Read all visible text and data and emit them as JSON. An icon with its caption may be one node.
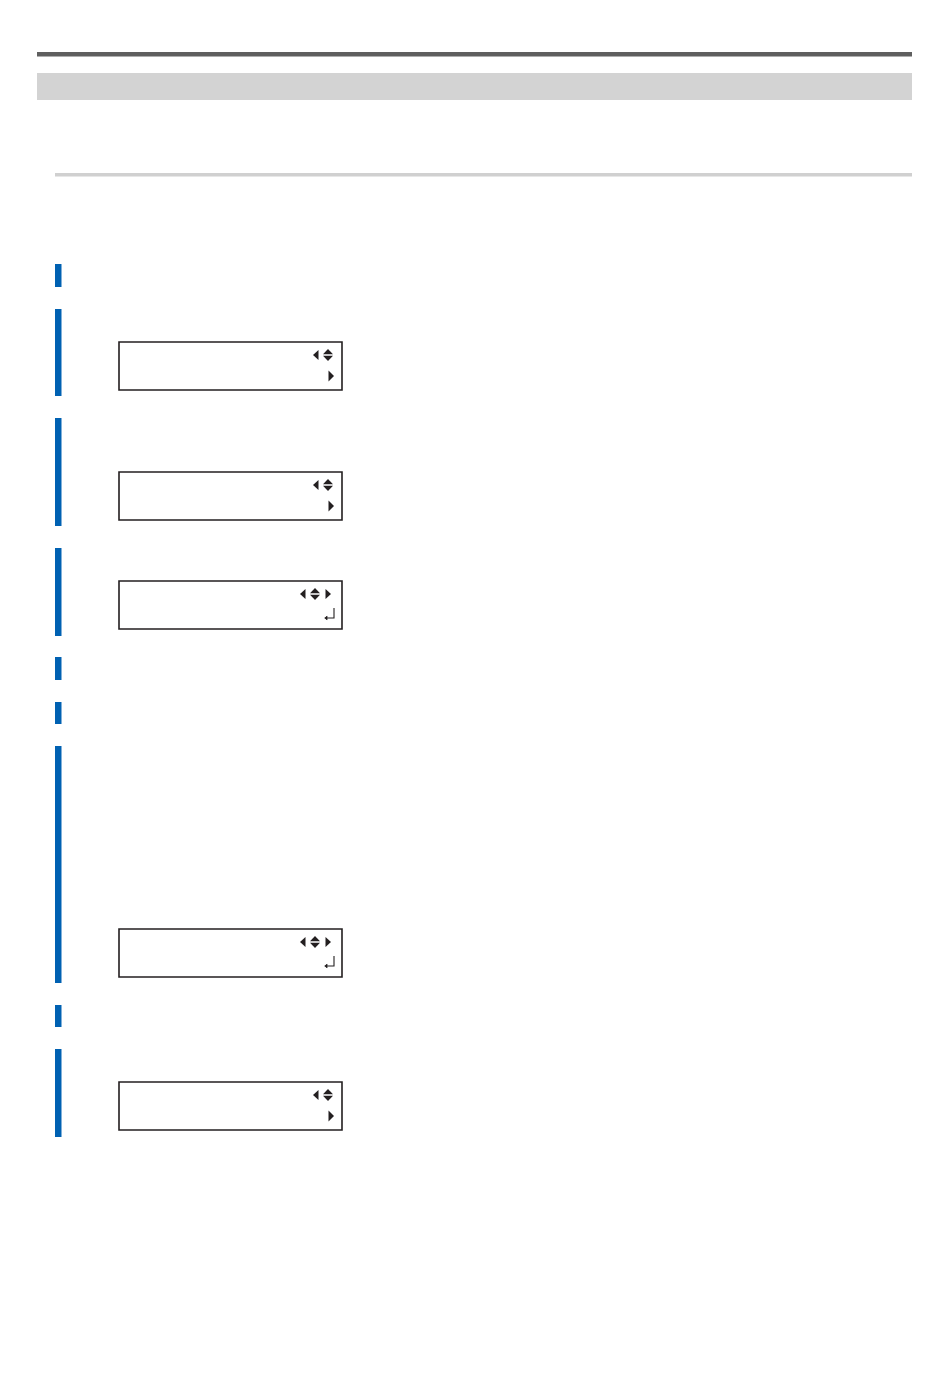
{
  "diagram": {
    "nodes": [
      {
        "text": [],
        "shape": "bar"
      },
      {
        "text": [],
        "shape": "box"
      },
      {
        "text": [],
        "shape": "box"
      },
      {
        "text": [],
        "shape": "box"
      },
      {
        "text": [],
        "shape": "box"
      },
      {
        "text": [],
        "shape": "box"
      }
    ]
  }
}
